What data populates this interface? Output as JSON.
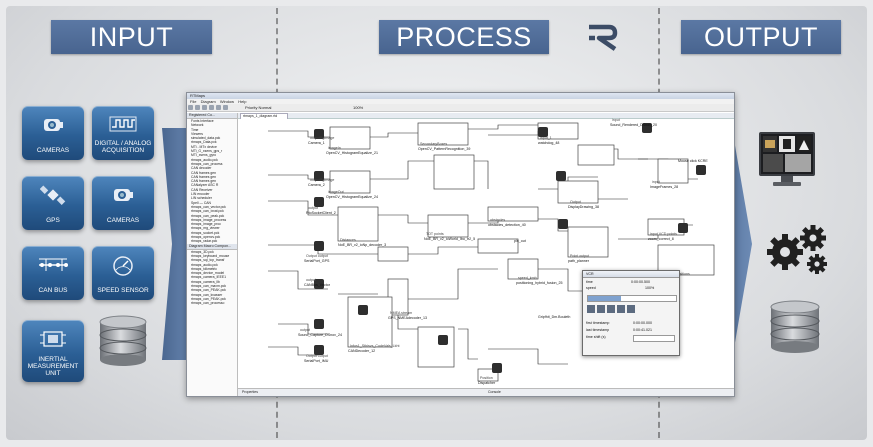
{
  "banners": {
    "input": "INPUT",
    "process": "PROCESS",
    "output": "OUTPUT"
  },
  "inputs": [
    {
      "id": "cameras_a",
      "label": "CAMERAS",
      "icon": "camera-icon"
    },
    {
      "id": "daq",
      "label": "DIGITAL / ANALOG ACQUISITION",
      "icon": "waveform-icon"
    },
    {
      "id": "gps",
      "label": "GPS",
      "icon": "satellite-icon"
    },
    {
      "id": "cameras_b",
      "label": "CAMERAS",
      "icon": "camera-icon"
    },
    {
      "id": "canbus",
      "label": "CAN BUS",
      "icon": "bus-network-icon"
    },
    {
      "id": "speed",
      "label": "SPEED SENSOR",
      "icon": "speedometer-icon"
    },
    {
      "id": "imu",
      "label": "INERTIAL MEASUREMENT UNIT",
      "icon": "imu-icon"
    }
  ],
  "window": {
    "title": "RTMaps",
    "menu": [
      "File",
      "Diagram",
      "Window",
      "Help"
    ],
    "toolbar_text": "Priority  Normal",
    "left_header": "Registered Co...",
    "left_items": [
      "Fonts Interface",
      "Network",
      "Time",
      "Viewers",
      "simulated_data.pck",
      "rtmaps_Data.pck",
      "MTi - MTx device",
      "MTi_G_xsens_gps_r",
      "MTI_xsens_gyro",
      "rtmaps_audio.pck",
      "rtmaps_can_process",
      "CAN decoder",
      "CAN frames gen",
      "CAN frames gen",
      "CAN frames gen",
      "CANalyzer ASC R",
      "CAN Receiver",
      "LIN encoder",
      "LIN scheduler",
      "Spell — CAN",
      "rtmaps_can_vector.pck",
      "rtmaps_can_ixxat.pck",
      "rtmaps_can_peak.pck",
      "rtmaps_image_process",
      "rtmaps_image_proc",
      "rtmaps_mg_viewer",
      "rtmaps_socket.pck",
      "rtmaps_opencv.pck",
      "rtmaps_radar.pck"
    ],
    "left_header_2": "Diagram Macro Compon...",
    "left_items_2": [
      "rtmaps_3D.pck",
      "rtmaps_keyboard_mouse",
      "rtmaps_sql_tcp_transf",
      "rtmaps_audio.pck",
      "rtmaps_tdkmetric",
      "rtmaps_device_model",
      "rtmaps_camera_IEEE1",
      "rtmaps_camera_llb",
      "rtmaps_can_maxm.pck",
      "rtmaps_can_PEAK.pck",
      "rtmaps_can_kvasser",
      "rtmaps_can_PEAK.pck",
      "rtmaps_can_processo"
    ],
    "tab": "rtmaps_1_diagram.rtd",
    "status_properties": "Properties",
    "status_console": "Console",
    "zoom": "100%"
  },
  "popup": {
    "title": "VCR",
    "time_label": "time",
    "time_value": "0:00:00.500",
    "speed_label": "speed",
    "speed_value": "100%",
    "first_label": "first timestamp",
    "first_value": "0:00:00.000",
    "last_label": "last timestamp",
    "last_value": "0:00:41.021",
    "elapsed_label": "time shift (s)"
  },
  "blocks": [
    {
      "label": "Camera_1",
      "sub": "outputBgImage"
    },
    {
      "label": "OpenCV_HistogramEqualize_21",
      "sub": "imageIn"
    },
    {
      "label": "OpenCV_PatternRecognition_39",
      "sub": "SecondaryBoxes"
    },
    {
      "label": "OpenCV_HistogramEqualize_24",
      "sub": "imageOut"
    },
    {
      "label": "Camera_2",
      "sub": "outputBgImage"
    },
    {
      "label": "RtoSocketClient_2",
      "sub": "output"
    },
    {
      "label": "NoE_BR_v2_ioNp_decoder_3",
      "sub": "Distances"
    },
    {
      "label": "NoE_BR_v2_ioWorld_Ibo_tr2_5",
      "sub": "TOT points"
    },
    {
      "label": "SerialPort_GPS",
      "sub": "Output output"
    },
    {
      "label": "GPS_NMEAdecoder_13",
      "sub": "NMEA stream"
    },
    {
      "label": "CANBus_Vector",
      "sub": "output"
    },
    {
      "label": "CANDecoder_12",
      "sub": "Infos1_Sthisvs_CodeVals_Lkht"
    },
    {
      "label": "Sound_Capture_DSnov_24",
      "sub": "output"
    },
    {
      "label": "SerialPort_IMU",
      "sub": "Output output"
    },
    {
      "label": "watchdog_48",
      "sub": "input_1"
    },
    {
      "label": "Sound_Rendered_DSnov_20",
      "sub": "input"
    },
    {
      "label": "DisplayDrawing_38",
      "sub": "Output"
    },
    {
      "label": "ImageFrames_28",
      "sub": "input"
    },
    {
      "label": "Mouse click KCRE",
      "sub": ""
    },
    {
      "label": "obstacles_detection_40",
      "sub": "obstacles"
    },
    {
      "label": "positioning_hybrid_fusion_25",
      "sub": "speed_kmh"
    },
    {
      "label": "path_planner",
      "sub": "Point output"
    },
    {
      "label": "pin_out",
      "sub": ""
    },
    {
      "label": "zoom_correct_8",
      "sub": "input VCD points"
    },
    {
      "label": "rtv/rtsnet_16",
      "sub": "VCD and positions"
    },
    {
      "label": "Gripfhit_Dm.Bouleth",
      "sub": ""
    },
    {
      "label": "Dispatcher",
      "sub": "Position"
    }
  ]
}
